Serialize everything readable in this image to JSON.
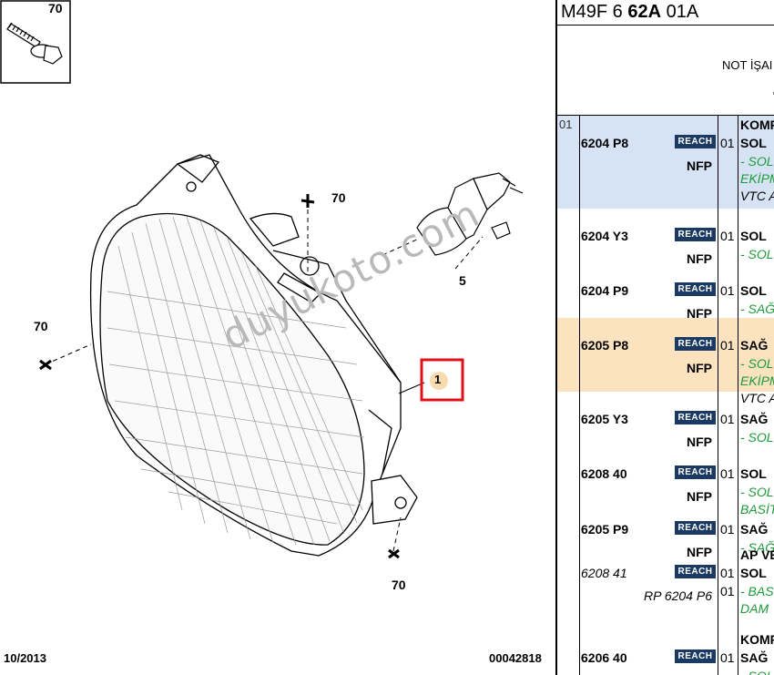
{
  "diagram": {
    "inset_callout": "70",
    "callouts": {
      "screw_top": "70",
      "bulb": "5",
      "screw_left": "70",
      "headlamp": "1",
      "screw_bottom": "70"
    },
    "date": "10/2013",
    "reference": "00042818",
    "watermark": "duyukoto.com"
  },
  "panel": {
    "code_prefix": "M49F 6 ",
    "code_bold": "62A",
    "code_suffix": " 01A",
    "note": "NOT İŞAI",
    "reach_label": "REACH",
    "nfp_label": "NFP"
  },
  "parts": [
    {
      "no": "01",
      "pn": "6204 P8",
      "qty": "01",
      "head": "KOMP",
      "side": "SOL",
      "notes": [
        "- SOL",
        "EKİPM",
        "VTC A"
      ],
      "highlight": "#d6e3f5"
    },
    {
      "no": "",
      "pn": "6204 Y3",
      "qty": "01",
      "head": "",
      "side": "SOL",
      "notes": [
        "- SOL"
      ],
      "highlight": ""
    },
    {
      "no": "",
      "pn": "6204 P9",
      "qty": "01",
      "head": "",
      "side": "SOL",
      "notes": [
        "- SAĞ"
      ],
      "highlight": ""
    },
    {
      "no": "",
      "pn": "6205 P8",
      "qty": "01",
      "head": "",
      "side": "SAĞ",
      "notes": [
        "- SOL",
        "EKİPM",
        "VTC A"
      ],
      "highlight": "#fbe3c0"
    },
    {
      "no": "",
      "pn": "6205 Y3",
      "qty": "01",
      "head": "",
      "side": "SAĞ",
      "notes": [
        "- SOL"
      ],
      "highlight": ""
    },
    {
      "no": "",
      "pn": "6208 40",
      "qty": "01",
      "head": "",
      "side": "SOL",
      "notes": [
        "- SOL",
        "BASİT"
      ],
      "highlight": ""
    },
    {
      "no": "",
      "pn": "6205 P9",
      "qty": "01",
      "head": "",
      "side": "SAĞ",
      "notes": [
        "- SAĞ"
      ],
      "highlight": ""
    },
    {
      "no": "",
      "pn": "6208 41",
      "qty": "01",
      "head": "AP VE",
      "side": "SOL",
      "notes": [
        "- BAS",
        "DAM"
      ],
      "highlight": "",
      "rp": "RP 6204 P6",
      "rp_qty": "01"
    },
    {
      "no": "",
      "pn": "6206 40",
      "qty": "01",
      "head": "KOMP",
      "side": "SAĞ",
      "notes": [
        "- SOL"
      ],
      "highlight": ""
    }
  ]
}
